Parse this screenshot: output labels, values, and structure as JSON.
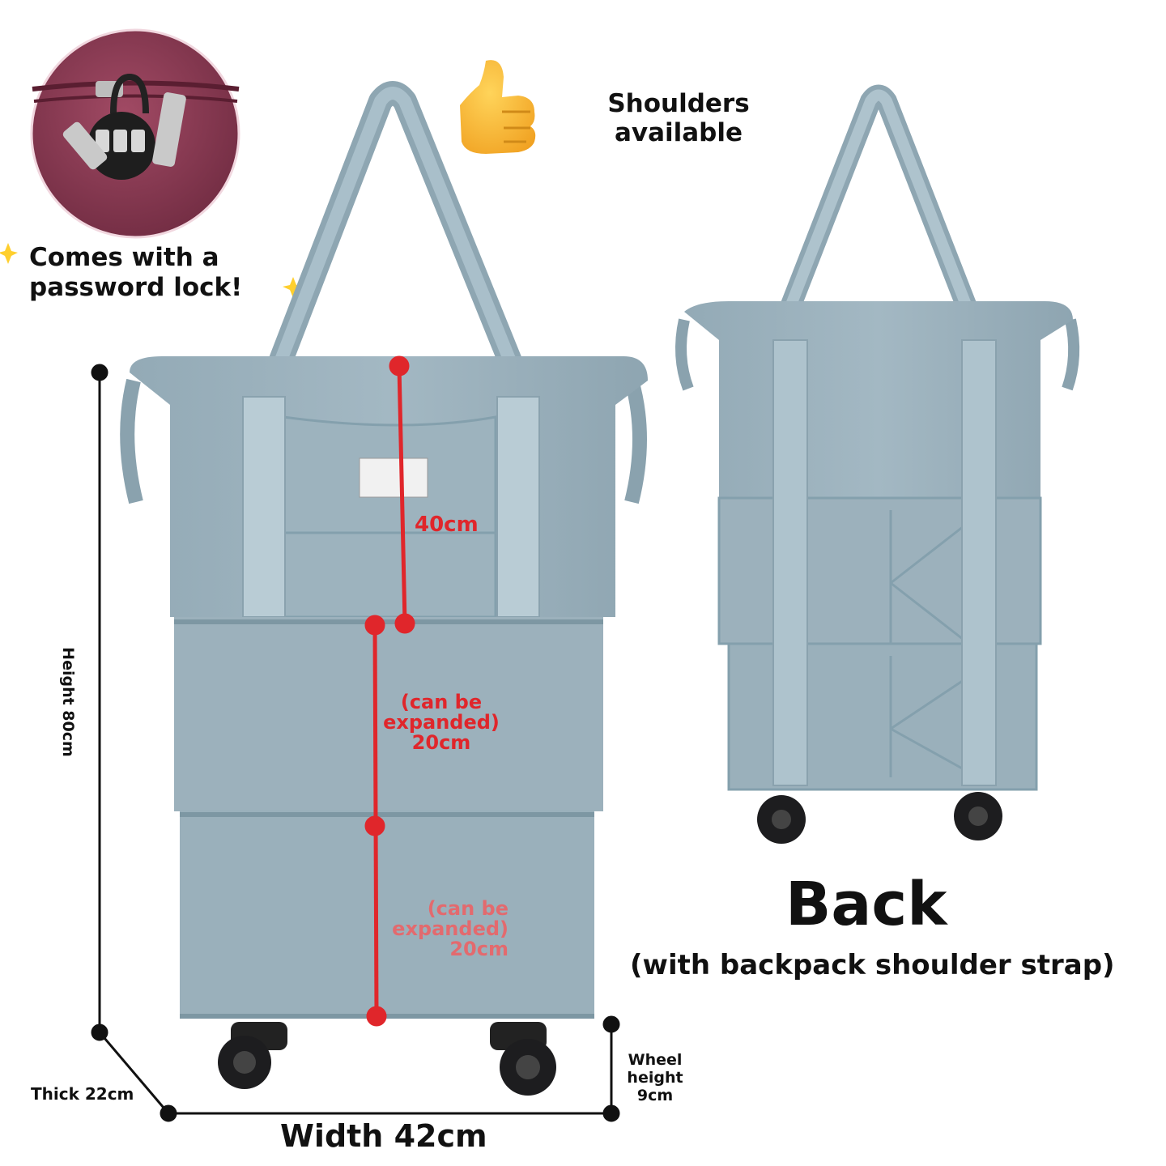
{
  "features": {
    "lock_text_line1": "Comes with a",
    "lock_text_line2": "password lock!",
    "shoulders_line1": "Shoulders",
    "shoulders_line2": "available"
  },
  "dimensions": {
    "height": "Height 80cm",
    "top_section": "40cm",
    "expand1_line1": "(can be",
    "expand1_line2": "expanded)",
    "expand1_line3": "20cm",
    "expand2_line1": "(can be",
    "expand2_line2": "expanded)",
    "expand2_line3": "20cm",
    "thick": "Thick 22cm",
    "width": "Width 42cm",
    "wheel_line1": "Wheel",
    "wheel_line2": "height",
    "wheel_line3": "9cm"
  },
  "back_view": {
    "title": "Back",
    "subtitle": "(with backpack shoulder strap)"
  },
  "colors": {
    "bag": "#9fb4bf",
    "bag_dark": "#8aa2ae",
    "strap": "#b7cbd4",
    "measure_red": "#e0262b",
    "lock_bg": "#8a3a52",
    "wheel": "#1d1d1f"
  }
}
